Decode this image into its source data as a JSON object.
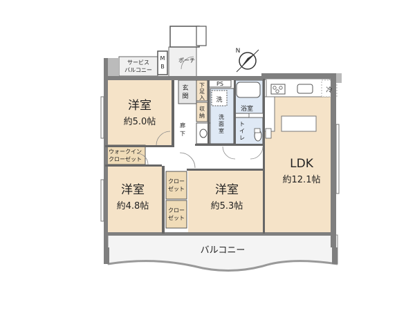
{
  "rooms": {
    "western1": {
      "name": "洋室",
      "size": "約5.0帖"
    },
    "western2": {
      "name": "洋室",
      "size": "約4.8帖"
    },
    "western3": {
      "name": "洋室",
      "size": "約5.3帖"
    },
    "ldk": {
      "name": "LDK",
      "size": "約12.1帖"
    }
  },
  "labels": {
    "service_balcony_1": "サービス",
    "service_balcony_2": "バルコニー",
    "mb_m": "M",
    "mb_b": "B",
    "porch": "ポーチ",
    "entrance_1": "玄",
    "entrance_2": "関",
    "shoe_1": "下",
    "shoe_2": "足",
    "shoe_3": "入",
    "storage_1": "収",
    "storage_2": "納",
    "ps": "PS",
    "washer": "洗",
    "bathroom": "浴室",
    "washroom_1": "洗",
    "washroom_2": "面",
    "washroom_3": "室",
    "toilet_1": "ト",
    "toilet_2": "イ",
    "toilet_3": "レ",
    "hallway_1": "廊",
    "hallway_2": "下",
    "walkin_1": "ウォークイン",
    "walkin_2": "クローゼット",
    "closet1_1": "クロー",
    "closet1_2": "ゼット",
    "closet2_1": "クロー",
    "closet2_2": "ゼット",
    "fridge": "冷",
    "balcony": "バルコニー",
    "north": "N"
  }
}
